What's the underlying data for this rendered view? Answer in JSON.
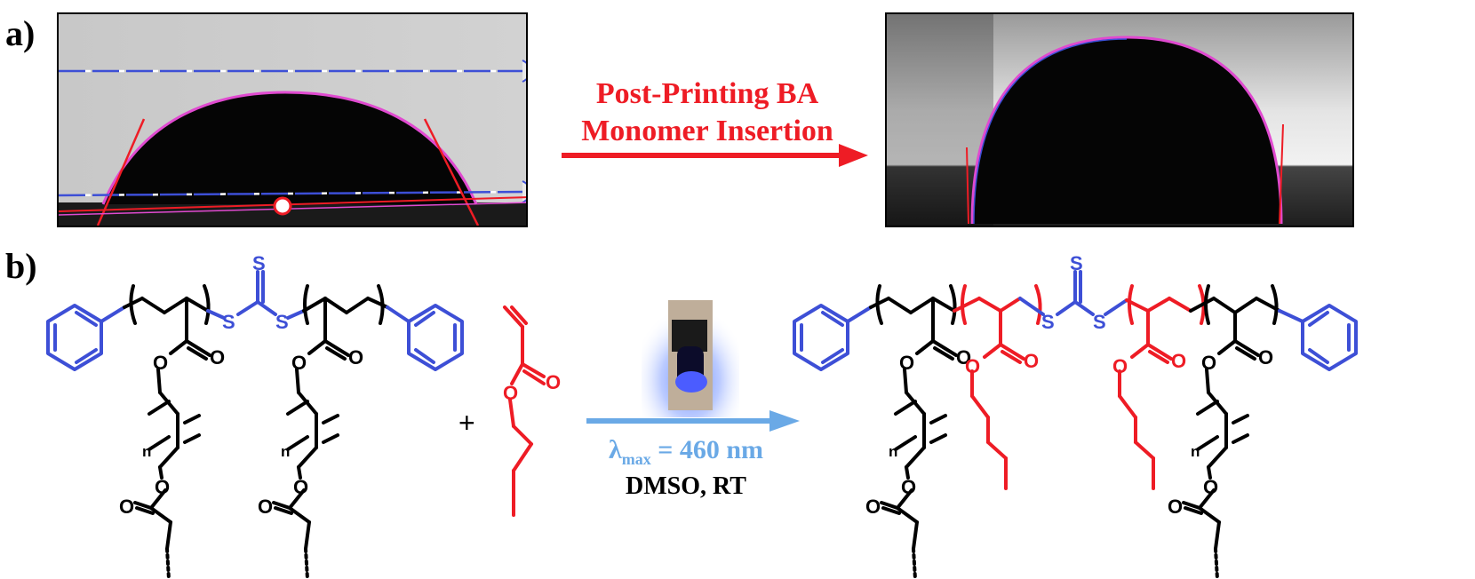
{
  "panel_a": {
    "label": "a)",
    "arrow_label_line1": "Post-Printing BA",
    "arrow_label_line2": "Monomer Insertion"
  },
  "panel_b": {
    "label": "b)",
    "plus": "+",
    "wavelength_label": "λ",
    "wavelength_sub": "max",
    "wavelength_value": "= 460 nm",
    "conditions": "DMSO, RT",
    "atom_S": "S",
    "atom_O": "O",
    "repeat_n": "n"
  },
  "colors": {
    "accent_red": "#ee1c25",
    "structure_blue": "#3d4fd6",
    "light_blue": "#6aa9e6",
    "contact_line_magenta": "#e04ad0"
  }
}
